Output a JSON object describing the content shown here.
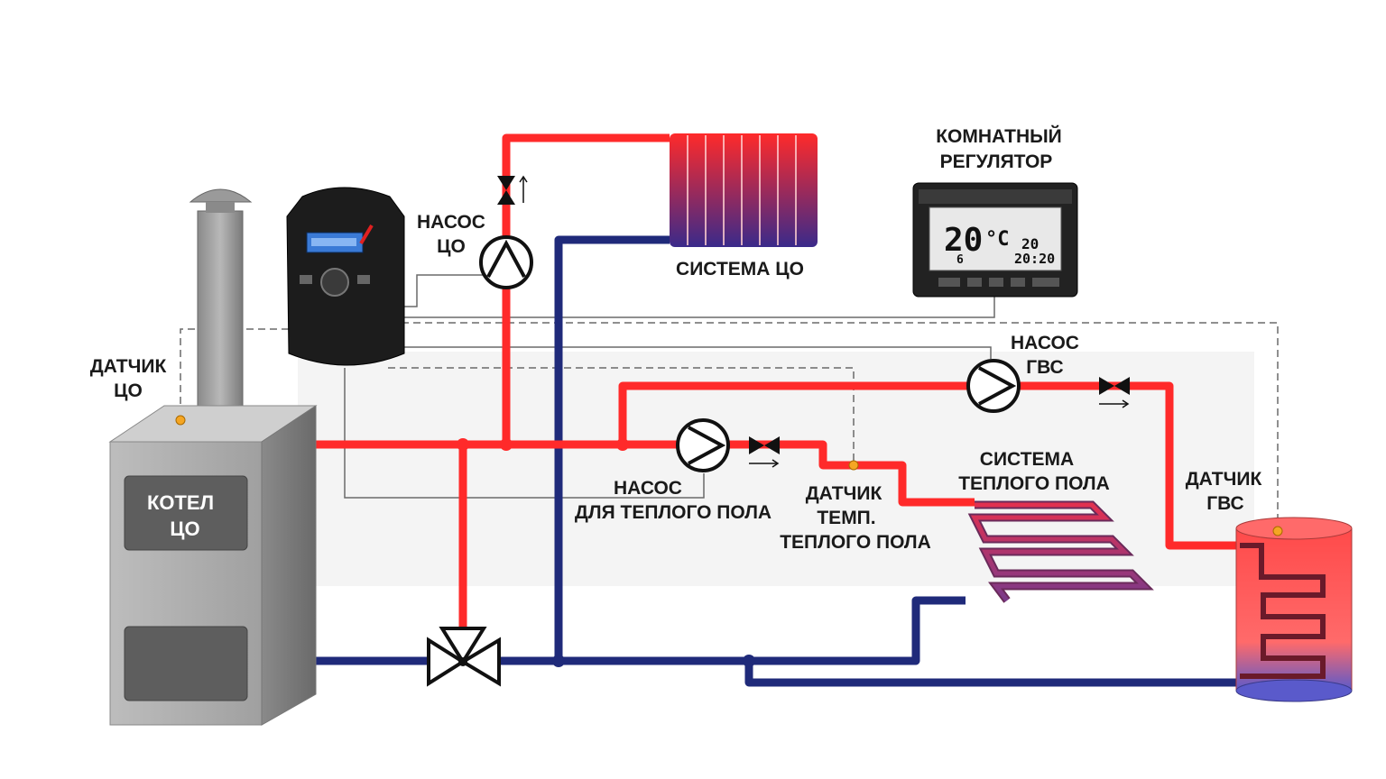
{
  "labels": {
    "room_regulator_1": "КОМНАТНЫЙ",
    "room_regulator_2": "РЕГУЛЯТОР",
    "pump_co_1": "НАСОС",
    "pump_co_2": "ЦО",
    "system_co": "СИСТЕМА ЦО",
    "sensor_co_1": "ДАТЧИК",
    "sensor_co_2": "ЦО",
    "pump_dhw_1": "НАСОС",
    "pump_dhw_2": "ГВС",
    "pump_floor_1": "НАСОС",
    "pump_floor_2": "ДЛЯ ТЕПЛОГО ПОЛА",
    "floor_sensor_1": "ДАТЧИК",
    "floor_sensor_2": "ТЕМП.",
    "floor_sensor_3": "ТЕПЛОГО ПОЛА",
    "floor_system_1": "СИСТЕМА",
    "floor_system_2": "ТЕПЛОГО ПОЛА",
    "dhw_sensor_1": "ДАТЧИК",
    "dhw_sensor_2": "ГВС",
    "boiler_1": "КОТЕЛ",
    "boiler_2": "ЦО"
  },
  "thermostat": {
    "temperature": "20",
    "unit": "°C",
    "setpoint": "20",
    "clock": "20:20",
    "day": "6"
  },
  "colors": {
    "supply": "#ff2a2a",
    "return": "#1f2a7a",
    "wire": "#555555",
    "boiler": "#9a9a9a"
  }
}
